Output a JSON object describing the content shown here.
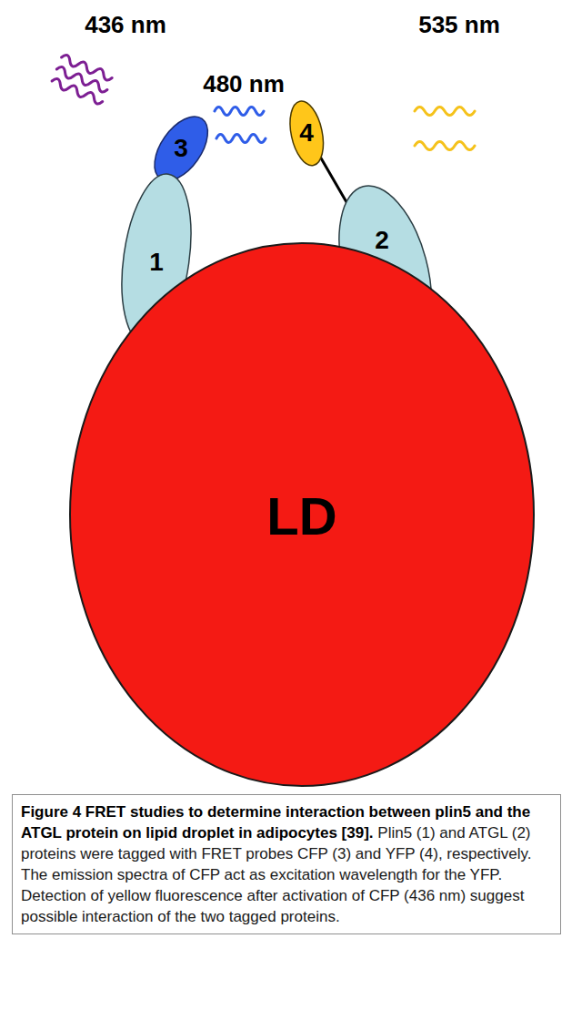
{
  "diagram": {
    "title": "Figure 4 FRET studies to determine interaction between plin5 and the ATGL protein on lipid droplet in adipocytes [39].",
    "caption": "Plin5 (1) and ATGL (2) proteins were tagged with FRET probes CFP (3) and YFP (4), respectively. The emission spectra of CFP act as excitation wavelength for the YFP. Detection of yellow fluorescence after activation of CFP (436 nm) suggest possible interaction of the two tagged proteins.",
    "nodes": [
      {
        "text": [
          "3"
        ]
      },
      {
        "text": [
          "4"
        ]
      },
      {
        "text": [
          "1"
        ]
      },
      {
        "text": [
          "2"
        ]
      },
      {
        "text": [
          "LD"
        ]
      }
    ],
    "edges": [
      {
        "from": 0,
        "to": 2,
        "arrow": "none"
      },
      {
        "from": 1,
        "to": 3,
        "arrow": "none"
      }
    ],
    "labels": [
      "436 nm",
      "480 nm",
      "535 nm"
    ]
  }
}
